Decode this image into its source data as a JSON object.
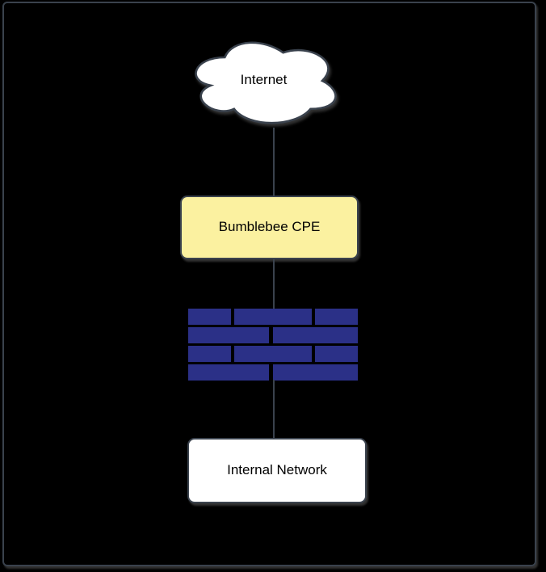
{
  "canvas": {
    "background": "#000000",
    "frame_stroke": "#3A424D"
  },
  "diagram": {
    "nodes": {
      "internet": {
        "label": "Internet",
        "shape": "cloud",
        "fill": "#FFFFFF",
        "stroke": "#3A424D"
      },
      "bumblebee_cpe": {
        "label": "Bumblebee CPE",
        "shape": "rounded-rectangle",
        "fill": "#FBF1A0",
        "stroke": "#3A424D"
      },
      "firewall": {
        "shape": "brick-wall-firewall",
        "brick_fill": "#2B3087",
        "rows": 4,
        "bricks_per_row": [
          3,
          2,
          3,
          2
        ]
      },
      "internal_network": {
        "label": "Internal Network",
        "shape": "rounded-rectangle",
        "fill": "#FFFFFF",
        "stroke": "#3A424D"
      }
    },
    "edges": [
      {
        "from": "internet",
        "to": "bumblebee_cpe"
      },
      {
        "from": "bumblebee_cpe",
        "to": "firewall"
      },
      {
        "from": "firewall",
        "to": "internal_network"
      }
    ]
  }
}
